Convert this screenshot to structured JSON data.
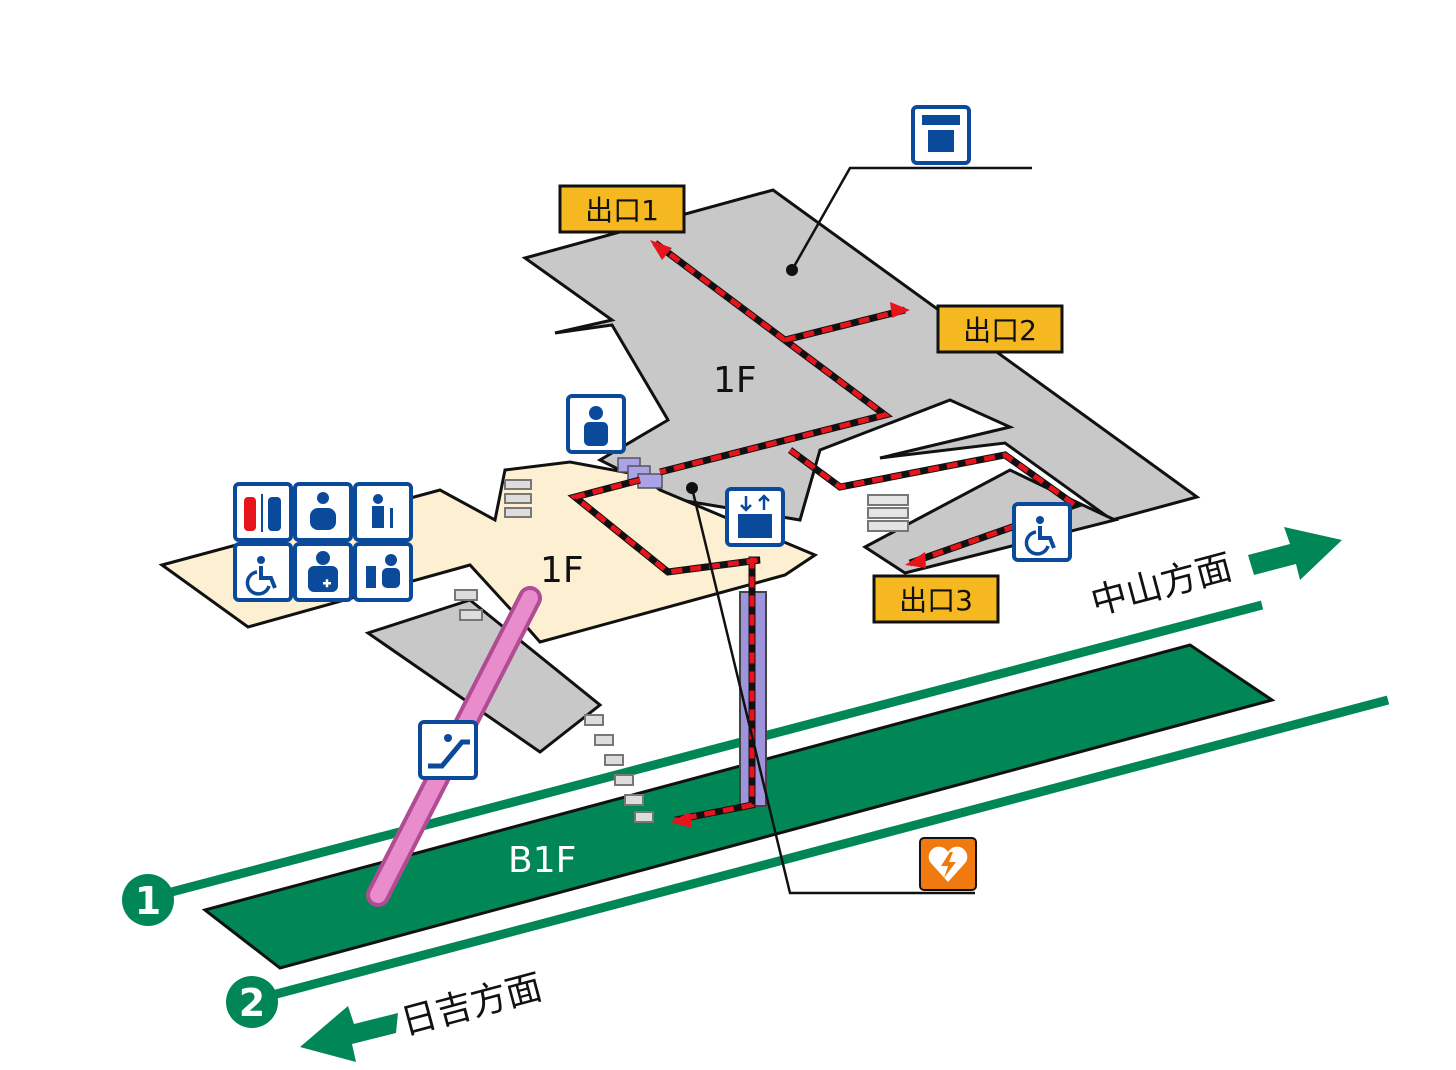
{
  "floors": {
    "upper_1f": "1F",
    "lower_1f": "1F",
    "platform": "B1F"
  },
  "exits": [
    "出口1",
    "出口2",
    "出口3"
  ],
  "directions": {
    "toward_nakayama": "中山方面",
    "toward_hiyoshi": "日吉方面"
  },
  "tracks": [
    "1",
    "2"
  ],
  "icons": [
    "coin-locker-icon",
    "station-staff-icon",
    "restroom-icon",
    "baby-changing-icon",
    "child-toilet-icon",
    "wheelchair-icon",
    "first-aid-icon",
    "ostomate-icon",
    "elevator-icon",
    "escalator-icon",
    "aed-icon"
  ],
  "colors": {
    "platform": "#008755",
    "route": "#e8141c",
    "exit_label": "#f5b820",
    "icon_blue": "#0b4a9a",
    "aed": "#f07a10",
    "escalator": "#e07ac0",
    "elevator": "#9e94dc",
    "floor_gray": "#c8c8c8",
    "floor_tan": "#fdf0d2"
  }
}
